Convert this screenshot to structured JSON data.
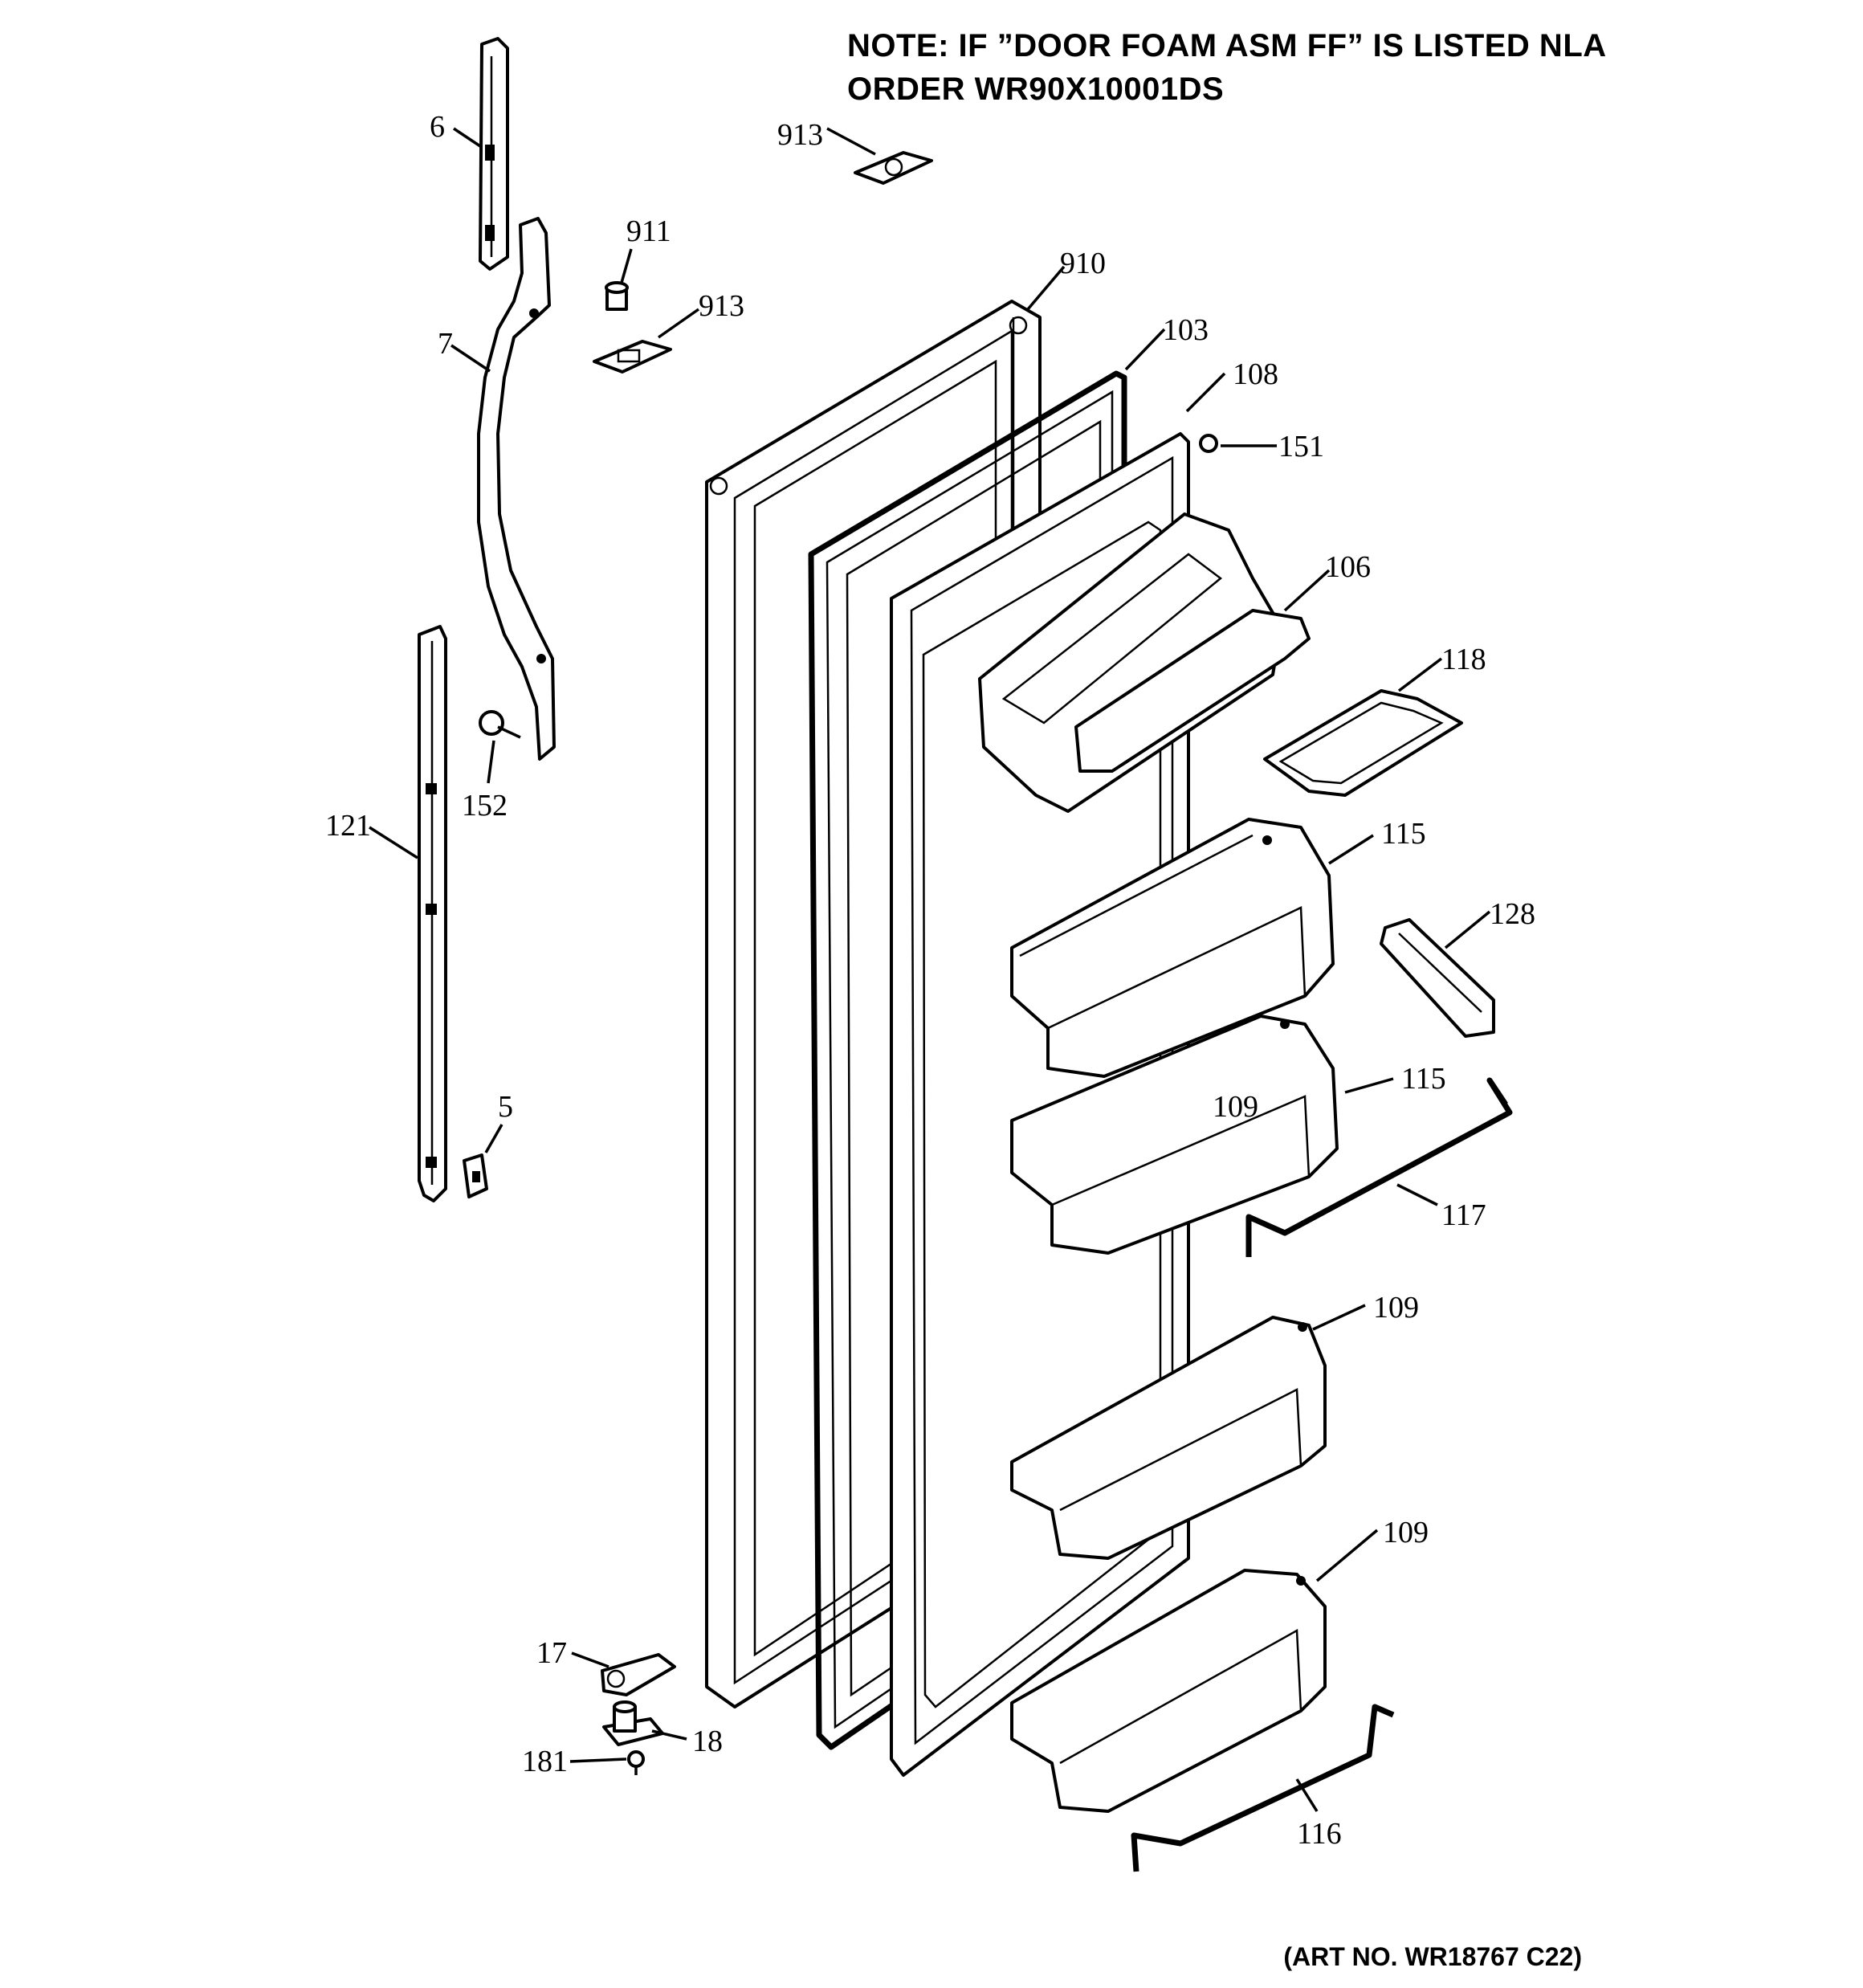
{
  "note": {
    "line1": "NOTE: IF ”DOOR FOAM ASM FF” IS LISTED NLA",
    "line2": "ORDER WR90X10001DS"
  },
  "art_number": "(ART NO. WR18767 C22)",
  "callouts": {
    "c6": "6",
    "c7": "7",
    "c913a": "913",
    "c911": "911",
    "c913b": "913",
    "c910": "910",
    "c103": "103",
    "c108": "108",
    "c151": "151",
    "c106": "106",
    "c118": "118",
    "c152": "152",
    "c121": "121",
    "c115a": "115",
    "c128": "128",
    "c115b": "115",
    "c109a": "109",
    "c117": "117",
    "c5": "5",
    "c109b": "109",
    "c109c": "109",
    "c17": "17",
    "c18": "18",
    "c181": "181",
    "c116": "116"
  }
}
